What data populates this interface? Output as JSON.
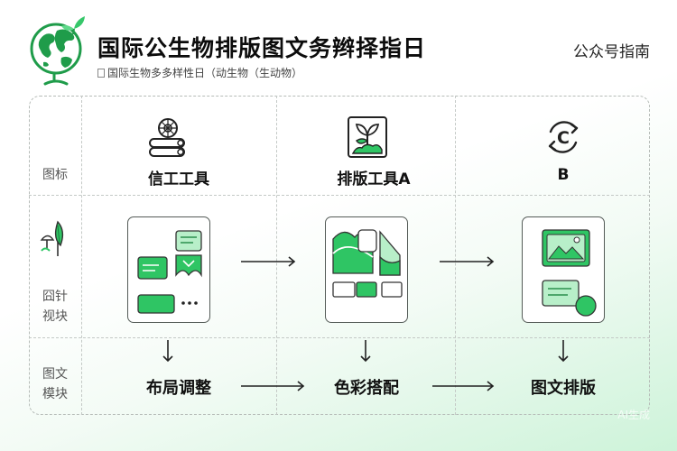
{
  "header": {
    "title": "国际公生物排版图文务辫择指日",
    "subtitle": "国际生物多多样性日（动生物（生动物）",
    "brand": "公众号指南"
  },
  "rows": {
    "icon_label": "图标",
    "card_label_1": "囧针",
    "card_label_2": "视块",
    "step_label_1": "图文",
    "step_label_2": "模块"
  },
  "columns": [
    {
      "label": "信工工具",
      "icon": "log-wood-icon",
      "step": "布局调整"
    },
    {
      "label": "排版工具A",
      "icon": "plant-sprout-icon",
      "step": "色彩搭配"
    },
    {
      "label": "B",
      "icon": "refresh-cycle-icon",
      "step": "图文排版"
    }
  ],
  "watermark": "AI生成",
  "colors": {
    "accent_green": "#2fc564",
    "light_green": "#b8efc9",
    "outline": "#545b57",
    "title": "#0c0c0c"
  }
}
